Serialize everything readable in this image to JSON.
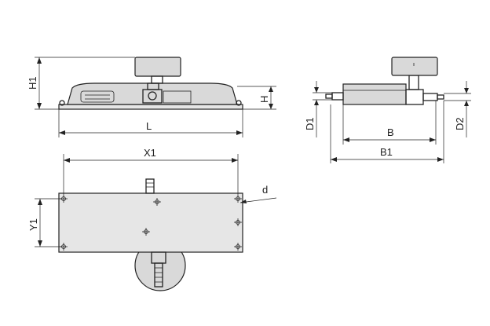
{
  "labels": {
    "h1": "H1",
    "h": "H",
    "l": "L",
    "d1": "D1",
    "b": "B",
    "d2": "D2",
    "b1": "B1",
    "x1": "X1",
    "y1": "Y1",
    "d": "d"
  }
}
